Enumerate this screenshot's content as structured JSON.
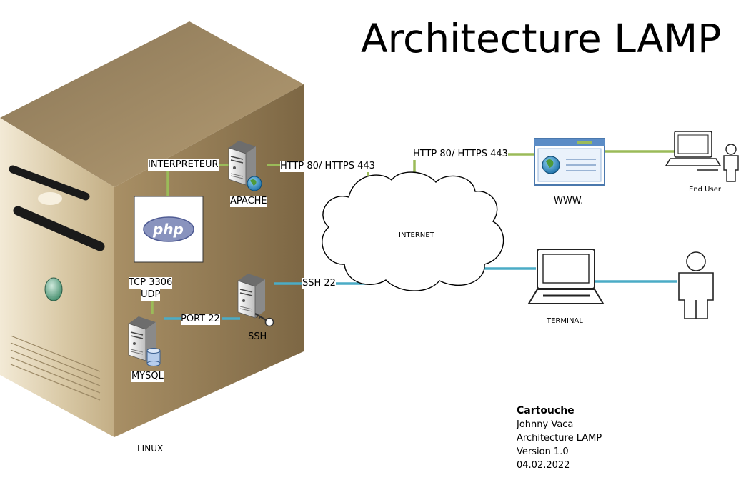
{
  "title": "Architecture LAMP",
  "nodes": {
    "apache": "APACHE",
    "php": "php",
    "mysql": "MYSQL",
    "ssh": "SSH",
    "internet": "INTERNET",
    "www": "WWW.",
    "end_user": "End User",
    "terminal": "TERMINAL",
    "linux": "LINUX"
  },
  "links": {
    "interpreteur": "INTERPRETEUR",
    "http_apache": "HTTP 80/ HTTPS 443",
    "http_internet": "HTTP 80/ HTTPS 443",
    "tcp_line1": "TCP 3306",
    "tcp_line2": "UDP",
    "port22": "PORT 22",
    "ssh22": "SSH 22"
  },
  "colors": {
    "green_link": "#9bbb59",
    "blue_link": "#4bacc6",
    "server_beige": "#d6c6a6"
  },
  "cartouche": {
    "heading": "Cartouche",
    "author": "Johnny Vaca",
    "project": "Architecture LAMP",
    "version": "Version 1.0",
    "date": "04.02.2022"
  }
}
